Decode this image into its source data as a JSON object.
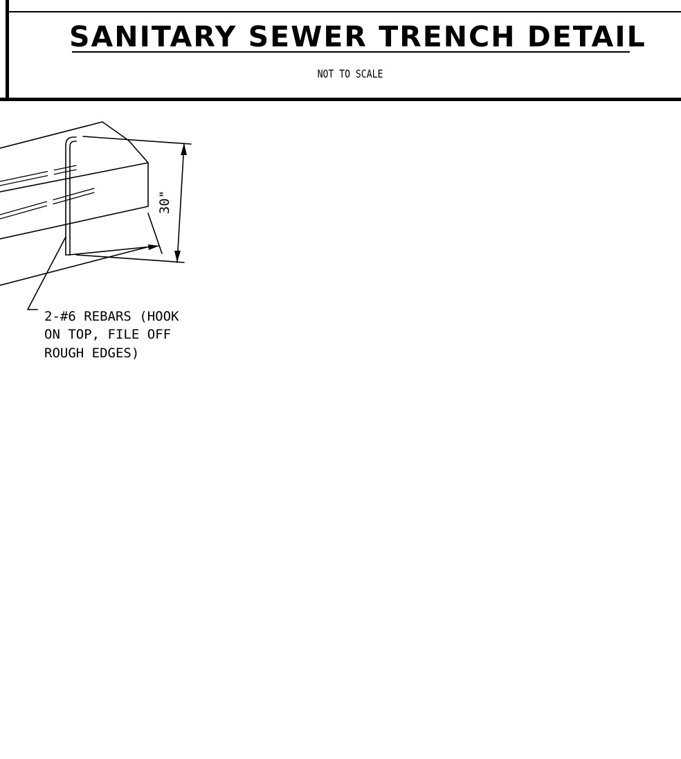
{
  "title_block": {
    "title": "SANITARY SEWER TRENCH DETAIL",
    "scale_note": "NOT TO SCALE"
  },
  "detail": {
    "dimension_label": "30\"",
    "rebar_callout": [
      "2-#6 REBARS (HOOK",
      "ON TOP, FILE OFF",
      "ROUGH EDGES)"
    ]
  }
}
